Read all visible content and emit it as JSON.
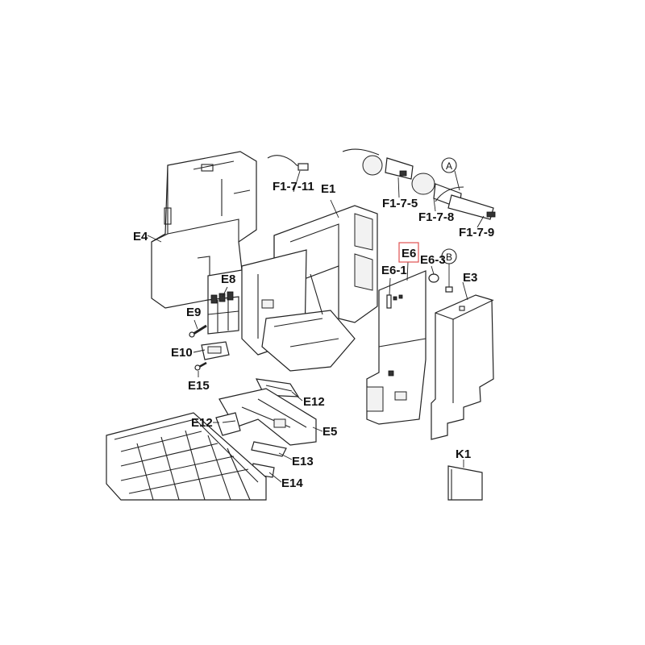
{
  "labels": {
    "E1": "E1",
    "E3": "E3",
    "E4": "E4",
    "E5": "E5",
    "E6": "E6",
    "E6_1": "E6-1",
    "E6_3": "E6-3",
    "E8": "E8",
    "E9": "E9",
    "E10": "E10",
    "E12a": "E12",
    "E12b": "E12",
    "E13": "E13",
    "E14": "E14",
    "E15": "E15",
    "K1": "K1",
    "F1_7_5": "F1-7-5",
    "F1_7_8": "F1-7-8",
    "F1_7_9": "F1-7-9",
    "F1_7_11": "F1-7-11",
    "A": "A",
    "B": "B"
  },
  "colors": {
    "line": "#222222",
    "highlight": "#e05050",
    "background": "#ffffff"
  }
}
